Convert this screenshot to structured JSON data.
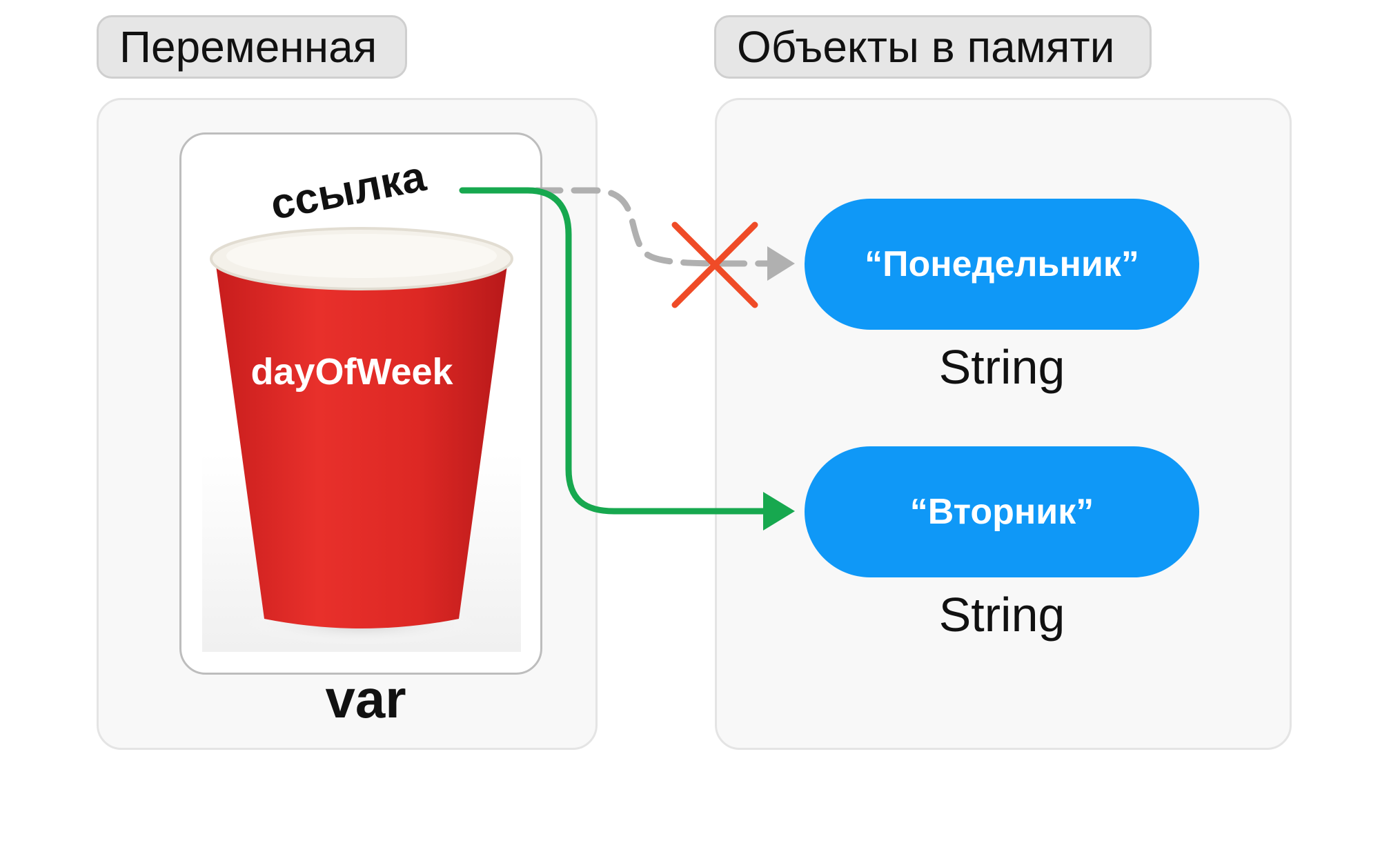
{
  "labels": {
    "variable": "Переменная",
    "objects": "Объекты в памяти"
  },
  "variable": {
    "keyword": "var",
    "name": "dayOfWeek",
    "reference": "ссылка"
  },
  "objects": [
    {
      "value": "“Понедельник”",
      "type": "String",
      "status": "detached"
    },
    {
      "value": "“Вторник”",
      "type": "String",
      "status": "referenced"
    }
  ],
  "colors": {
    "pill": "#0f98f7",
    "active_arrow": "#17a84f",
    "old_arrow": "#b0b0b0",
    "cross": "#ef4b27",
    "cup": "#e12a26"
  }
}
